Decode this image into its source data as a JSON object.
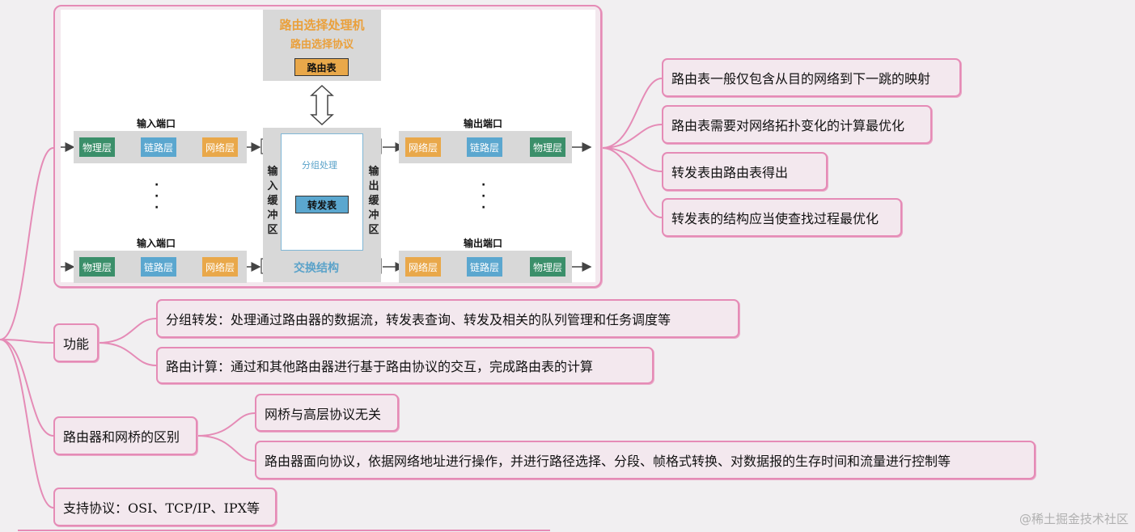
{
  "diagram": {
    "route_processor_title": "路由选择处理机",
    "route_protocol_label": "路由选择协议",
    "routing_table_label": "路由表",
    "input_port_label": "输入端口",
    "output_port_label": "输出端口",
    "physical_layer": "物理层",
    "link_layer": "链路层",
    "network_layer": "网络层",
    "input_buffer_label": "输入缓冲区",
    "output_buffer_label": "输出缓冲区",
    "packet_processing_label": "分组处理",
    "forwarding_table_label": "转发表",
    "switch_fabric_label": "交换结构",
    "dots": "·\n·\n·",
    "colors": {
      "physical": "#3b8f6a",
      "link": "#5ba7cf",
      "network": "#e9a84a",
      "node_border": "#e58bb6",
      "node_fill": "#f3e8ee"
    }
  },
  "table_notes": [
    "路由表一般仅包含从目的网络到下一跳的映射",
    "路由表需要对网络拓扑变化的计算最优化",
    "转发表由路由表得出",
    "转发表的结构应当使查找过程最优化"
  ],
  "function": {
    "label": "功能",
    "children": [
      "分组转发：处理通过路由器的数据流，转发表查询、转发及相关的队列管理和任务调度等",
      "路由计算：通过和其他路由器进行基于路由协议的交互，完成路由表的计算"
    ]
  },
  "difference": {
    "label": "路由器和网桥的区别",
    "children": [
      "网桥与高层协议无关",
      "路由器面向协议，依据网络地址进行操作，并进行路径选择、分段、帧格式转换、对数据报的生存时间和流量进行控制等"
    ]
  },
  "protocols": {
    "label": "支持协议：OSI、TCP/IP、IPX等"
  },
  "watermark": "@稀土掘金技术社区"
}
